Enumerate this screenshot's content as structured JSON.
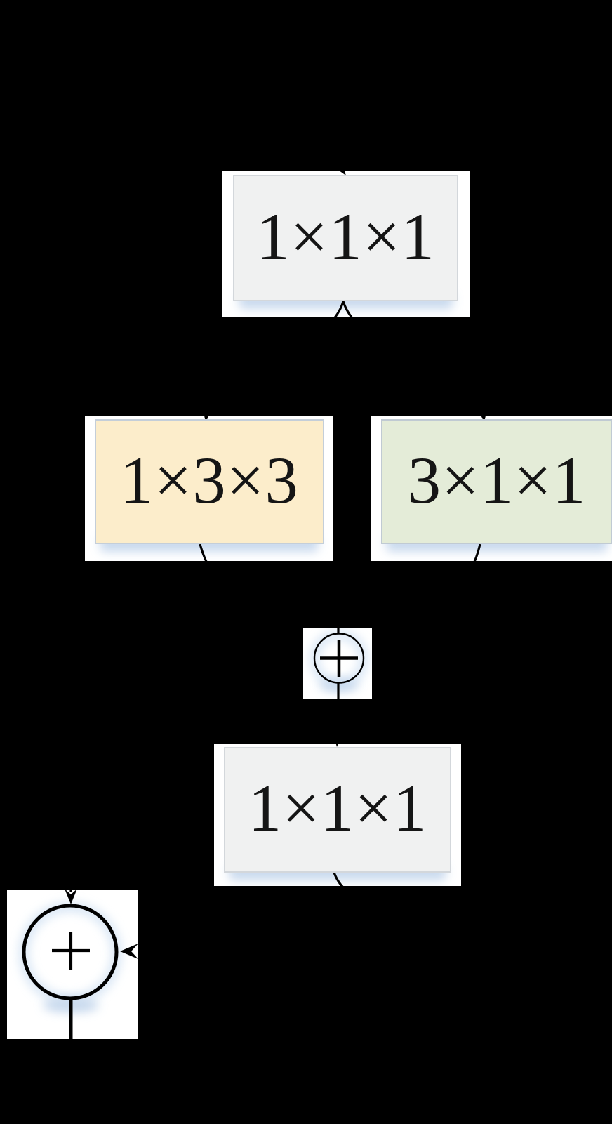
{
  "figure": {
    "kind": "residual-3d-convolution-block-diagram",
    "background_color": "#000000",
    "backplate_color": "#ffffff",
    "connector_color": "#000000",
    "shadow_color": "#c3d6ec",
    "text_color": "#151515"
  },
  "boxes": [
    {
      "label": "1×1×1",
      "fill": "#f0f1f1",
      "border": "#d3d7db"
    },
    {
      "label": "1×3×3",
      "fill": "#fcedcb",
      "border": "#c4ced9"
    },
    {
      "label": "3×1×1",
      "fill": "#e4ecd8",
      "border": "#c0cad3"
    },
    {
      "label": "1×1×1",
      "fill": "#f0f1f1",
      "border": "#d3d7db"
    }
  ],
  "operators": [
    {
      "symbol": "+",
      "name": "elementwise-add-merge"
    },
    {
      "symbol": "+",
      "name": "elementwise-add-output"
    }
  ]
}
